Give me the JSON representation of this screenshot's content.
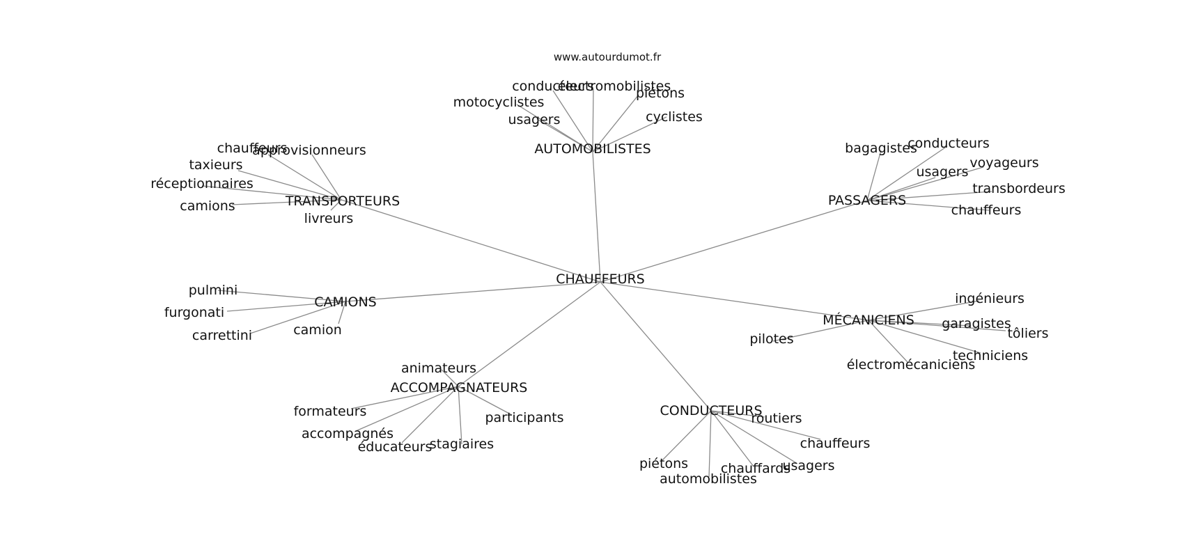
{
  "watermark": "www.autourdumot.fr",
  "style": {
    "edge_color": "#8a8a8a",
    "text_color": "#111111"
  },
  "center": "CHAUFFEURS",
  "groups": [
    {
      "id": "automobilistes",
      "label": "AUTOMOBILISTES",
      "leaves": [
        "conducteurs",
        "électromobilistes",
        "motocyclistes",
        "piétons",
        "usagers",
        "cyclistes"
      ]
    },
    {
      "id": "transporteurs",
      "label": "TRANSPORTEURS",
      "leaves": [
        "chauffeurs",
        "approvisionneurs",
        "taxieurs",
        "réceptionnaires",
        "camions",
        "livreurs"
      ]
    },
    {
      "id": "passagers",
      "label": "PASSAGERS",
      "leaves": [
        "bagagistes",
        "conducteurs",
        "voyageurs",
        "usagers",
        "transbordeurs",
        "chauffeurs"
      ]
    },
    {
      "id": "camions",
      "label": "CAMIONS",
      "leaves": [
        "pulmini",
        "furgonati",
        "carrettini",
        "camion"
      ]
    },
    {
      "id": "mecaniciens",
      "label": "MÉCANICIENS",
      "leaves": [
        "ingénieurs",
        "garagistes",
        "tôliers",
        "pilotes",
        "techniciens",
        "électromécaniciens"
      ]
    },
    {
      "id": "accompagnateurs",
      "label": "ACCOMPAGNATEURS",
      "leaves": [
        "animateurs",
        "formateurs",
        "participants",
        "accompagnés",
        "stagiaires",
        "éducateurs"
      ]
    },
    {
      "id": "conducteurs",
      "label": "CONDUCTEURS",
      "leaves": [
        "routiers",
        "chauffeurs",
        "piétons",
        "chauffards",
        "usagers",
        "automobilistes"
      ]
    }
  ]
}
